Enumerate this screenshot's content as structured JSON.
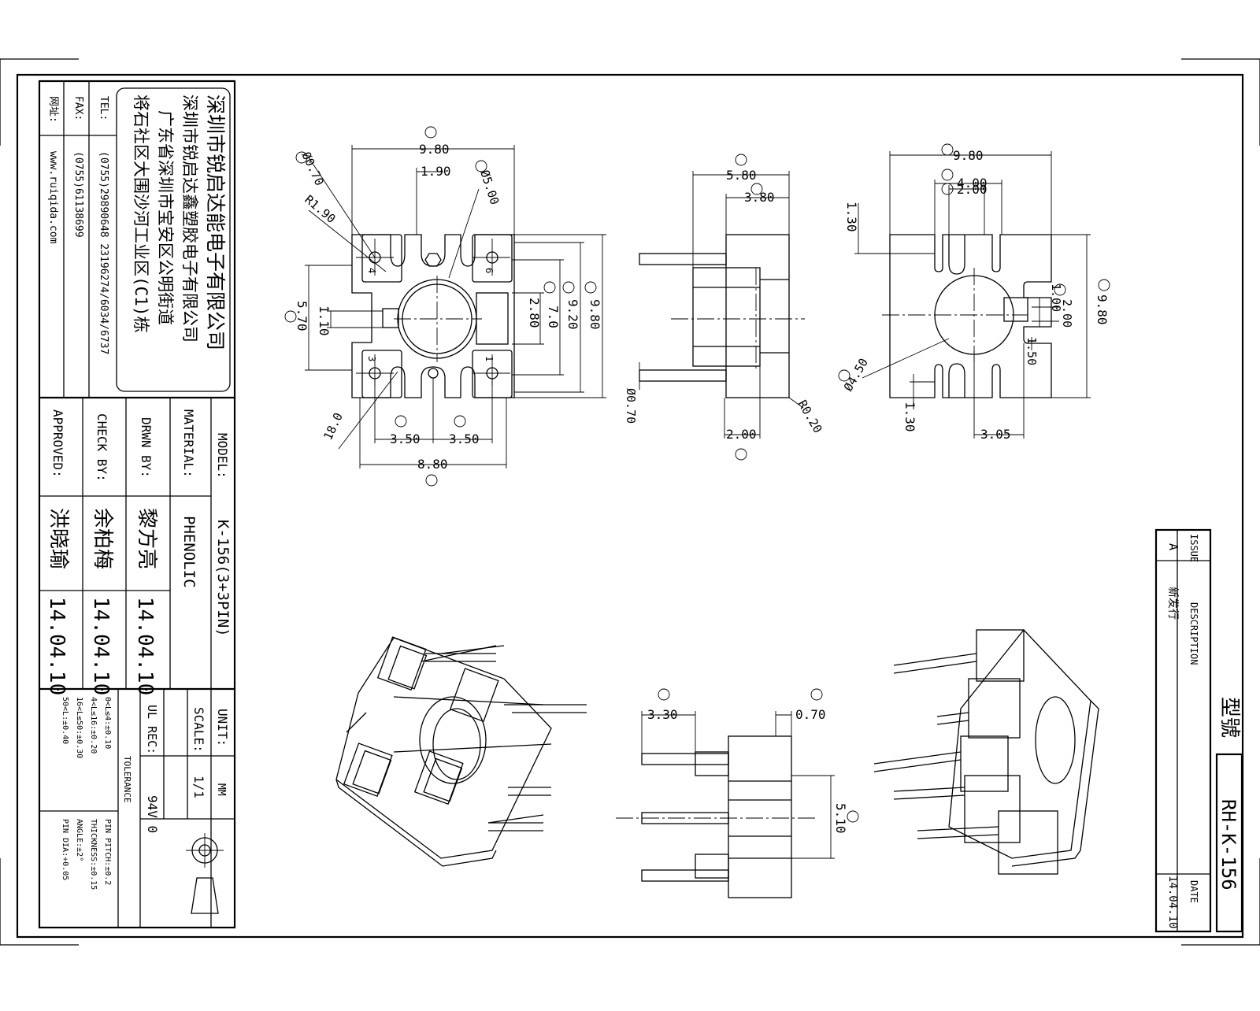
{
  "company": {
    "name_cn": "深圳市锐启达能电子有限公司",
    "factory_cn": "深圳市锐启达鑫塑胶电子有限公司",
    "address_line1": "广东省深圳市宝安区公明街道",
    "address_line2": "将石社区大围沙河工业区(C1)栋",
    "tel_label": "TEL:",
    "tel": "(0755)29890648  23196274/6034/6737",
    "fax_label": "FAX:",
    "fax": "(0755)61138699",
    "web_label": "网址:",
    "web": "www.ruiqida.com"
  },
  "titleblock": {
    "model_label": "MODEL:",
    "model": "K-156(3+3PIN)",
    "material_label": "MATERIAL:",
    "material": "PHENOLIC",
    "drawn_label": "DRWN BY:",
    "drawn_name": "黎方亮",
    "drawn_date": "14.04.10",
    "check_label": "CHECK BY:",
    "check_name": "余柏梅",
    "check_date": "14.04.10",
    "approved_label": "APPROVED:",
    "approved_name": "洪晓瑜",
    "approved_date": "14.04.10",
    "unit_label": "UNIT:",
    "unit": "MM",
    "scale_label": "SCALE:",
    "scale": "1/1",
    "ul_label": "UL REC:",
    "ul": "94V 0",
    "tolerance_label": "TOLERANCE",
    "tol_left": [
      "0<L≤4:±0.10",
      "4<L≤16:±0.20",
      "16<L≤50:±0.30",
      "50<L:±0.40"
    ],
    "tol_right": [
      "PIN PITCH:±0.2",
      "THICKNESS:±0.15",
      "ANGLE:±2°",
      "PIN DIA:+0.05"
    ]
  },
  "revision": {
    "issue_label": "ISSUE",
    "issue": "A",
    "desc_label": "DESCRIPTION",
    "desc": "新发行",
    "date_label": "DATE",
    "date": "14.04.10",
    "type_label": "型號",
    "part_no": "RH-K-156"
  },
  "dims": {
    "top_w": "9.80",
    "top_slot": "1.90",
    "hole_d": "Ø0.70",
    "r_bore": "R1.90",
    "bore_d": "Ø5.00",
    "slot_h": "5.70",
    "slot_v": "1.10",
    "slot_2": "2.80",
    "in_7": "7.0",
    "in_9": "9.20",
    "out_98": "9.80",
    "pitch_a": "3.50",
    "pitch_b": "3.50",
    "bottom_w": "8.80",
    "ang": "18.0",
    "pin_1": "1",
    "pin_3": "3",
    "pin_4": "4",
    "pin_6": "6",
    "side_w": "5.80",
    "side_w2": "3.80",
    "pin_d": "Ø0.70",
    "r_corner": "R0.20",
    "side_b": "2.00",
    "bot_w": "9.80",
    "bot_4": "4.00",
    "bot_2": "2.00",
    "bot_13": "1.30",
    "bot_13b": "1.30",
    "bot_1": "1.00",
    "bot_2b": "2.00",
    "bot_150": "1.50",
    "bot_98": "9.80",
    "bot_hole": "Ø4.50",
    "bot_305": "3.05",
    "front_33": "3.30",
    "front_07": "0.70",
    "front_51": "5.10"
  }
}
